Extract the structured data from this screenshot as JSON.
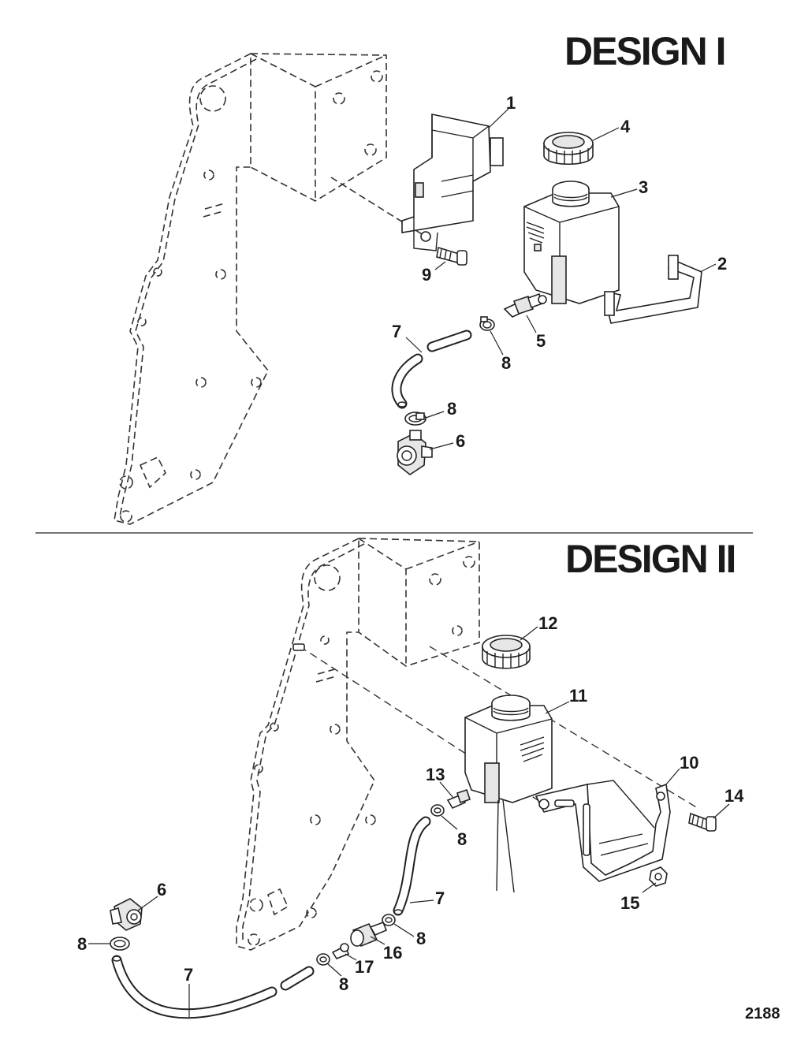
{
  "design1": {
    "title": "DESIGN I"
  },
  "design2": {
    "title": "DESIGN II"
  },
  "figure_number": "2188",
  "callouts1": [
    "1",
    "4",
    "3",
    "2",
    "9",
    "5",
    "7",
    "8",
    "8",
    "6"
  ],
  "callouts2": [
    "12",
    "11",
    "10",
    "14",
    "13",
    "8",
    "15",
    "6",
    "7",
    "8",
    "8",
    "16",
    "17",
    "7",
    "8"
  ]
}
